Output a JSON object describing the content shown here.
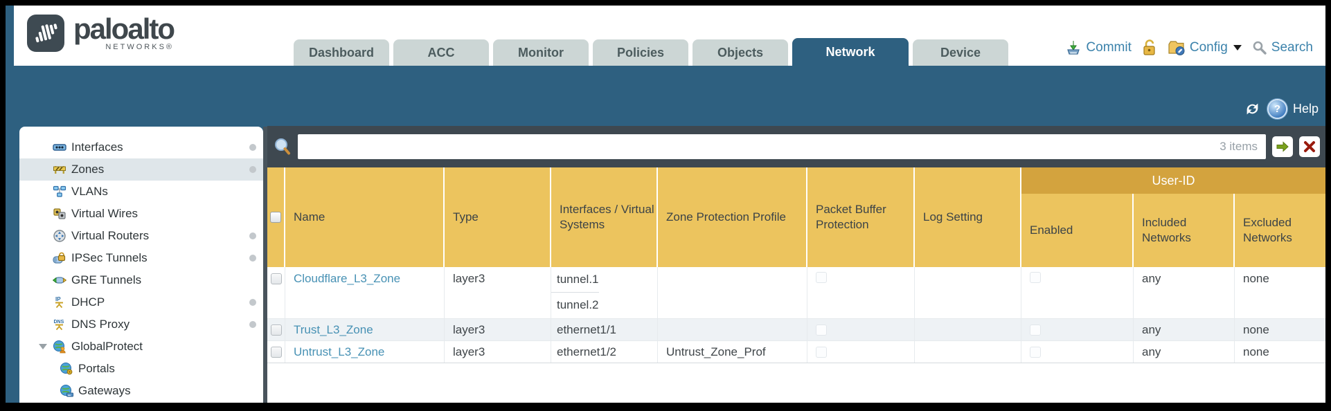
{
  "brand": {
    "title": "paloalto",
    "subtitle": "NETWORKS®"
  },
  "tabs": [
    {
      "label": "Dashboard",
      "active": false
    },
    {
      "label": "ACC",
      "active": false
    },
    {
      "label": "Monitor",
      "active": false
    },
    {
      "label": "Policies",
      "active": false
    },
    {
      "label": "Objects",
      "active": false
    },
    {
      "label": "Network",
      "active": true
    },
    {
      "label": "Device",
      "active": false
    }
  ],
  "header_actions": {
    "commit": "Commit",
    "config": "Config",
    "search": "Search"
  },
  "banner": {
    "help": "Help"
  },
  "sidebar": {
    "items": [
      {
        "label": "Interfaces",
        "dot": true
      },
      {
        "label": "Zones",
        "dot": true,
        "selected": true
      },
      {
        "label": "VLANs",
        "dot": false
      },
      {
        "label": "Virtual Wires",
        "dot": false
      },
      {
        "label": "Virtual Routers",
        "dot": true
      },
      {
        "label": "IPSec Tunnels",
        "dot": true
      },
      {
        "label": "GRE Tunnels",
        "dot": false
      },
      {
        "label": "DHCP",
        "dot": true
      },
      {
        "label": "DNS Proxy",
        "dot": true
      },
      {
        "label": "GlobalProtect",
        "dot": false,
        "expanded": true
      },
      {
        "label": "Portals",
        "child": true
      },
      {
        "label": "Gateways",
        "child": true
      }
    ]
  },
  "toolbar": {
    "items_count": "3 items"
  },
  "table": {
    "group_header": "User-ID",
    "columns": [
      "Name",
      "Type",
      "Interfaces / Virtual Systems",
      "Zone Protection Profile",
      "Packet Buffer Protection",
      "Log Setting",
      "Enabled",
      "Included Networks",
      "Excluded Networks"
    ],
    "rows": [
      {
        "name": "Cloudflare_L3_Zone",
        "type": "layer3",
        "interfaces": [
          "tunnel.1",
          "tunnel.2"
        ],
        "zone_protection_profile": "",
        "log_setting": "",
        "included_networks": "any",
        "excluded_networks": "none"
      },
      {
        "name": "Trust_L3_Zone",
        "type": "layer3",
        "interfaces": [
          "ethernet1/1"
        ],
        "zone_protection_profile": "",
        "log_setting": "",
        "included_networks": "any",
        "excluded_networks": "none"
      },
      {
        "name": "Untrust_L3_Zone",
        "type": "layer3",
        "interfaces": [
          "ethernet1/2"
        ],
        "zone_protection_profile": "Untrust_Zone_Prof",
        "log_setting": "",
        "included_networks": "any",
        "excluded_networks": "none"
      }
    ]
  },
  "colors": {
    "teal": "#2e6080",
    "slate_bar": "#3e4850",
    "table_header_gold": "#ecc45e",
    "user_id_band_gold": "#d3a33e",
    "link_blue": "#4791b4",
    "action_blue": "#3b82ab",
    "tab_gray": "#ccd6d5",
    "frame_black": "#000000"
  }
}
